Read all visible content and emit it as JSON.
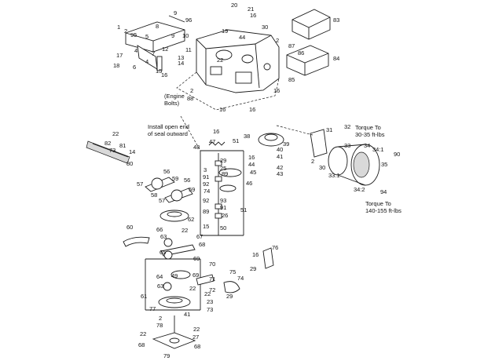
{
  "notes": {
    "engine_bolts": [
      "(Engine",
      "Bolts)"
    ],
    "seal_note": [
      "Install open end",
      "of seal outward"
    ],
    "torque_upper": [
      "Torque To",
      "30-35 ft-lbs"
    ],
    "torque_lower": [
      "Torque To",
      "140-155 ft-lbs"
    ]
  },
  "callouts": [
    "20",
    "21",
    "16",
    "30",
    "44",
    "2",
    "19",
    "83",
    "1",
    "2",
    "95",
    "9",
    "96",
    "8",
    "5",
    "9",
    "10",
    "17",
    "4",
    "12",
    "11",
    "7",
    "13",
    "6",
    "4",
    "14",
    "18",
    "15",
    "16",
    "22",
    "87",
    "86",
    "84",
    "85",
    "16",
    "2",
    "88",
    "16",
    "16",
    "22",
    "82",
    "81",
    "73",
    "14",
    "80",
    "16",
    "51",
    "38",
    "39",
    "31",
    "32",
    "33",
    "47",
    "48",
    "29",
    "25",
    "3",
    "89",
    "91",
    "92",
    "45",
    "74",
    "46",
    "16",
    "44",
    "40",
    "41",
    "42",
    "43",
    "56",
    "59",
    "57",
    "56",
    "58",
    "57",
    "59",
    "92",
    "93",
    "91",
    "89",
    "26",
    "15",
    "50",
    "51",
    "62",
    "34",
    "34:1",
    "90",
    "35",
    "33:1",
    "34:2",
    "94",
    "30",
    "2",
    "60",
    "66",
    "22",
    "67",
    "63",
    "68",
    "65",
    "69",
    "64",
    "49",
    "70",
    "63",
    "69",
    "22",
    "71",
    "72",
    "75",
    "74",
    "16",
    "76",
    "29",
    "29",
    "61",
    "22",
    "23",
    "77",
    "73",
    "2",
    "41",
    "78",
    "22",
    "27",
    "68",
    "68",
    "22",
    "79"
  ]
}
